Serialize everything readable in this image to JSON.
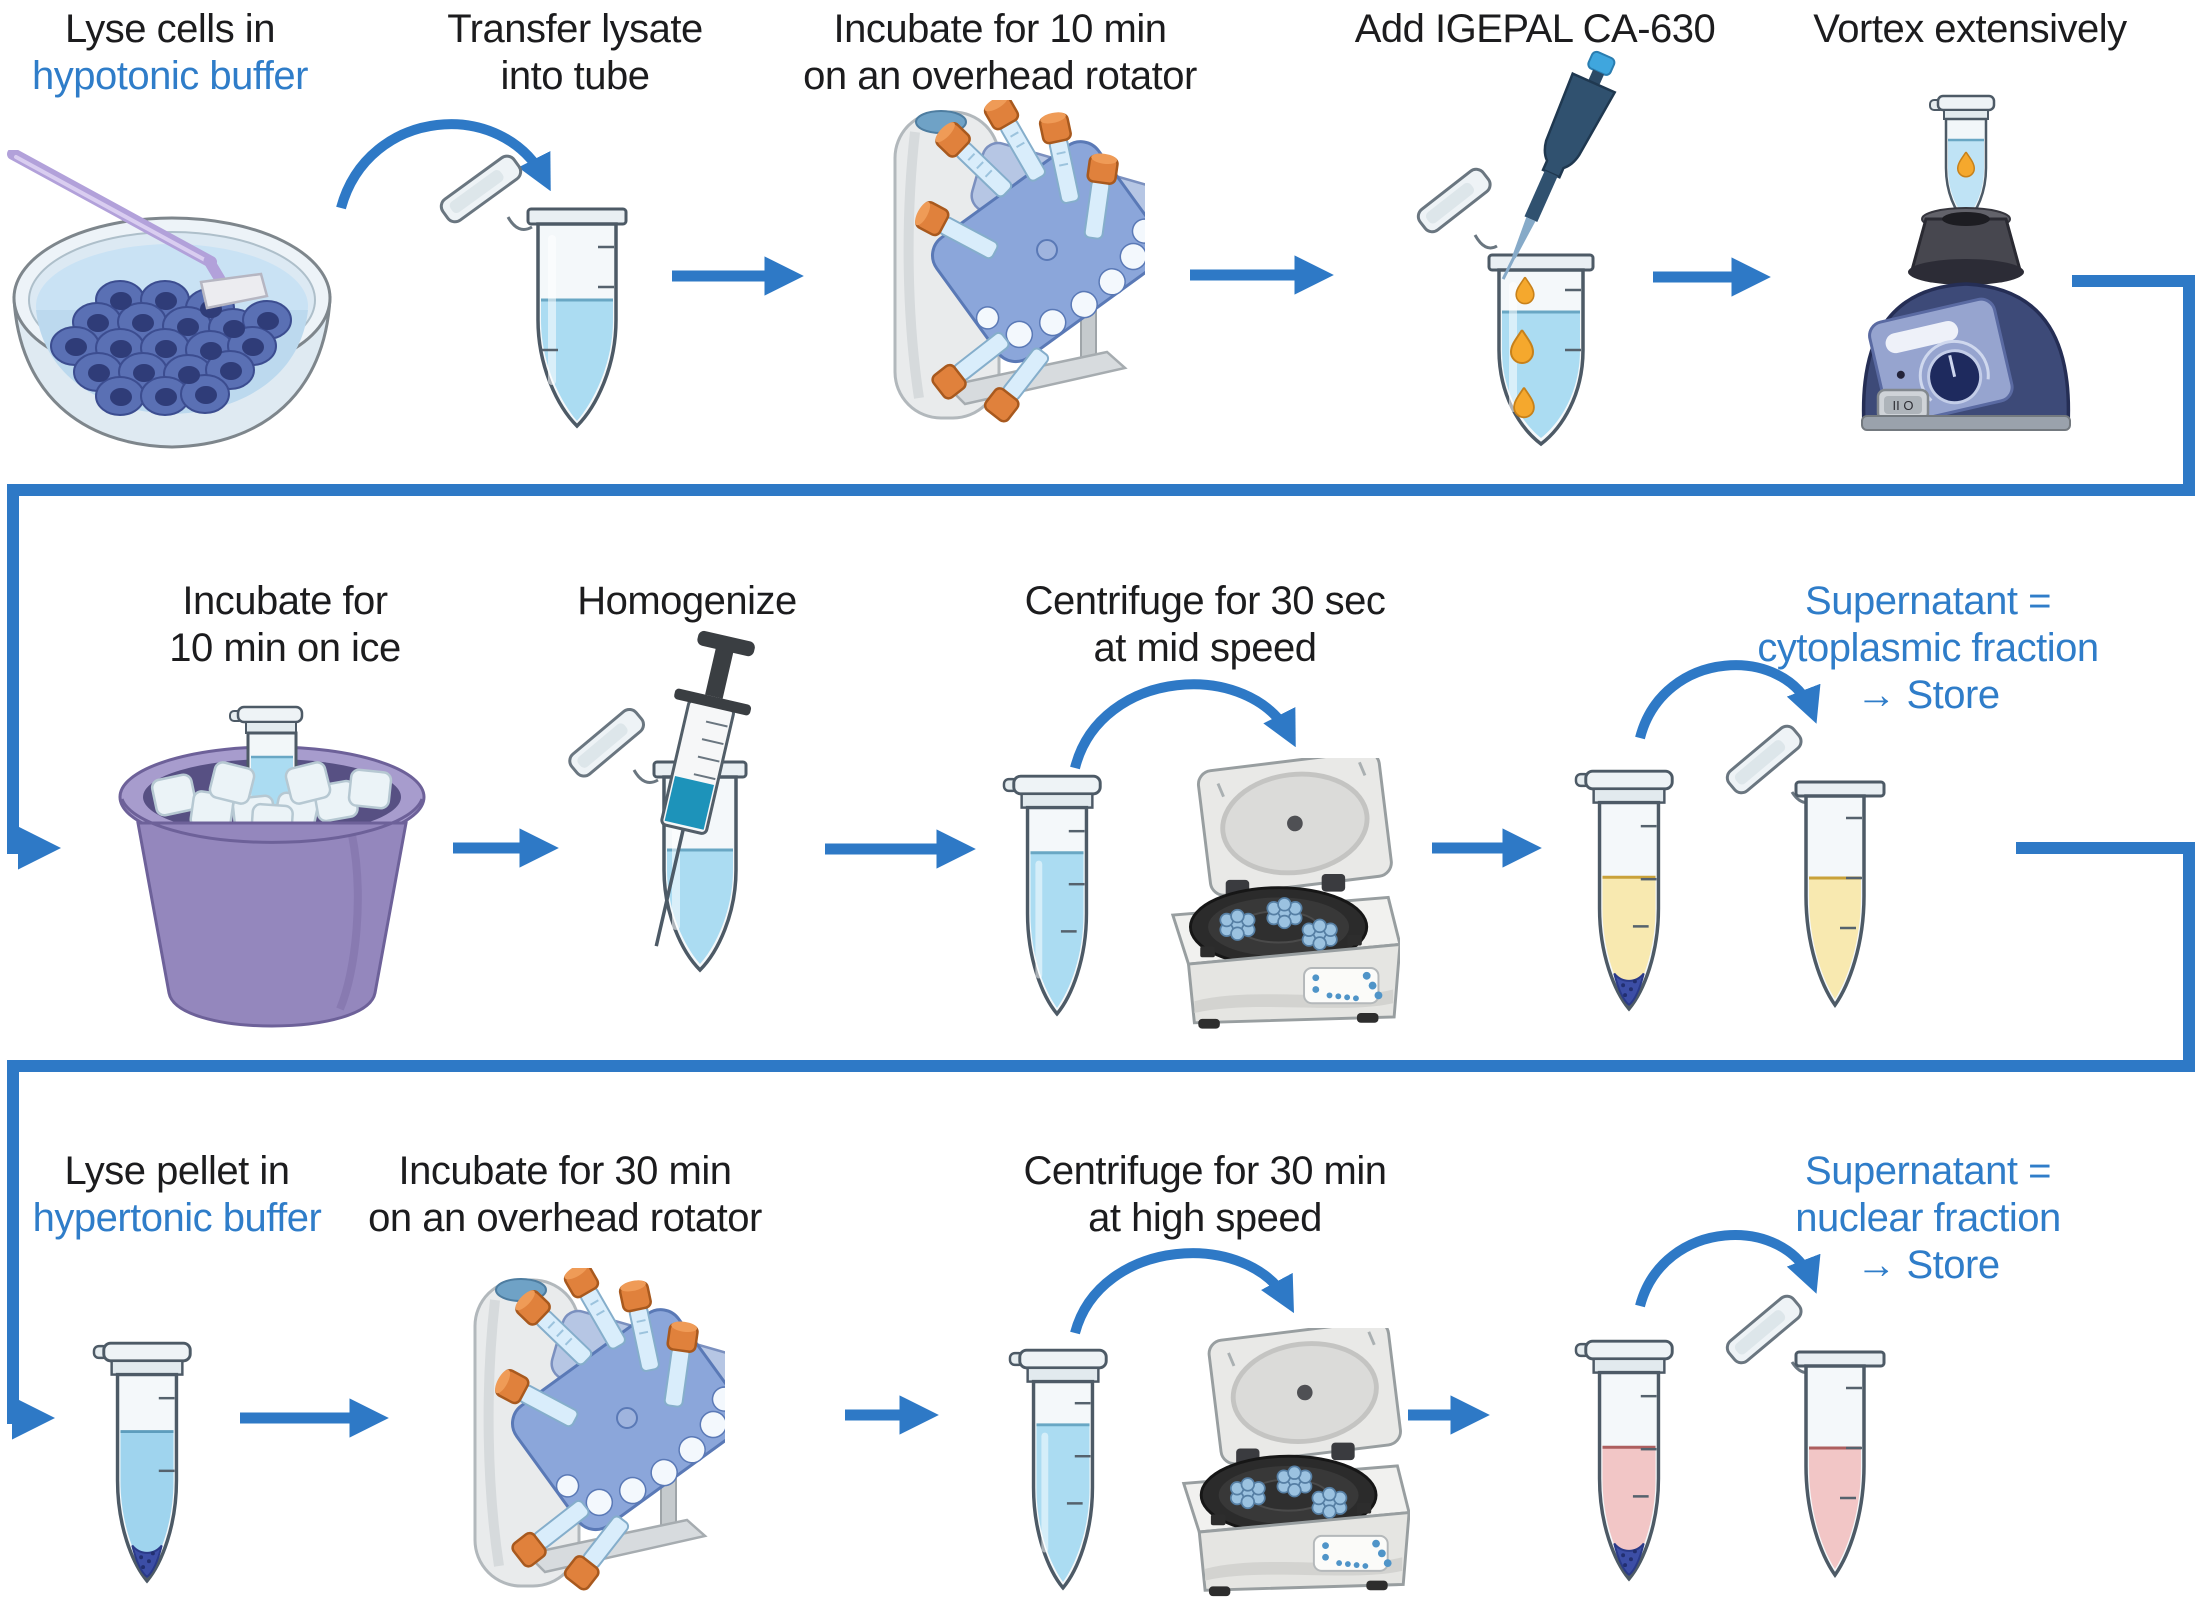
{
  "palette": {
    "arrow_blue": "#2e79c6",
    "text_black": "#1c1c1e",
    "text_blue": "#2f7dc9",
    "liquid_blue": "#abdcf2",
    "liquid_yellow": "#f8e9b0",
    "liquid_pink": "#f2c6c6",
    "pellet_blue": "#3c4ea6",
    "drop_orange": "#f5a82d",
    "cap_orange": "#e0813c",
    "bucket_purple": "#9487bd",
    "machine_navy": "#3d4a78"
  },
  "steps": [
    {
      "icon": "petri-dish-cell-scraper",
      "lines": [
        {
          "text": "Lyse cells in",
          "blue": false
        },
        {
          "text": "hypotonic buffer",
          "blue": true
        }
      ]
    },
    {
      "icon": "open-microcentrifuge-tube",
      "lines": [
        {
          "text": "Transfer lysate",
          "blue": false
        },
        {
          "text": "into tube",
          "blue": false
        }
      ]
    },
    {
      "icon": "overhead-rotator",
      "lines": [
        {
          "text": "Incubate for 10 min",
          "blue": false
        },
        {
          "text": "on an overhead rotator",
          "blue": false
        }
      ]
    },
    {
      "icon": "pipette-into-tube",
      "lines": [
        {
          "text": "Add IGEPAL CA-630",
          "blue": false
        }
      ]
    },
    {
      "icon": "vortex-mixer",
      "lines": [
        {
          "text": "Vortex extensively",
          "blue": false
        }
      ]
    },
    {
      "icon": "ice-bucket",
      "lines": [
        {
          "text": "Incubate for",
          "blue": false
        },
        {
          "text": "10 min on ice",
          "blue": false
        }
      ]
    },
    {
      "icon": "syringe-in-tube",
      "lines": [
        {
          "text": "Homogenize",
          "blue": false
        }
      ]
    },
    {
      "icon": "benchtop-centrifuge",
      "lines": [
        {
          "text": "Centrifuge for 30 sec",
          "blue": false
        },
        {
          "text": "at mid speed",
          "blue": false
        }
      ]
    },
    {
      "icon": "tube-transfer-yellow",
      "lines": [
        {
          "text": "Supernatant =",
          "blue": true
        },
        {
          "text": "cytoplasmic fraction",
          "blue": true
        },
        {
          "text": "→ Store",
          "blue": true
        }
      ]
    },
    {
      "icon": "closed-tube-with-pellet",
      "lines": [
        {
          "text": "Lyse pellet in",
          "blue": false
        },
        {
          "text": "hypertonic buffer",
          "blue": true
        }
      ]
    },
    {
      "icon": "overhead-rotator",
      "lines": [
        {
          "text": "Incubate for 30 min",
          "blue": false
        },
        {
          "text": "on an overhead rotator",
          "blue": false
        }
      ]
    },
    {
      "icon": "benchtop-centrifuge",
      "lines": [
        {
          "text": "Centrifuge for 30 min",
          "blue": false
        },
        {
          "text": "at high speed",
          "blue": false
        }
      ]
    },
    {
      "icon": "tube-transfer-pink",
      "lines": [
        {
          "text": "Supernatant =",
          "blue": true
        },
        {
          "text": "nuclear fraction",
          "blue": true
        },
        {
          "text": "→ Store",
          "blue": true
        }
      ]
    }
  ]
}
